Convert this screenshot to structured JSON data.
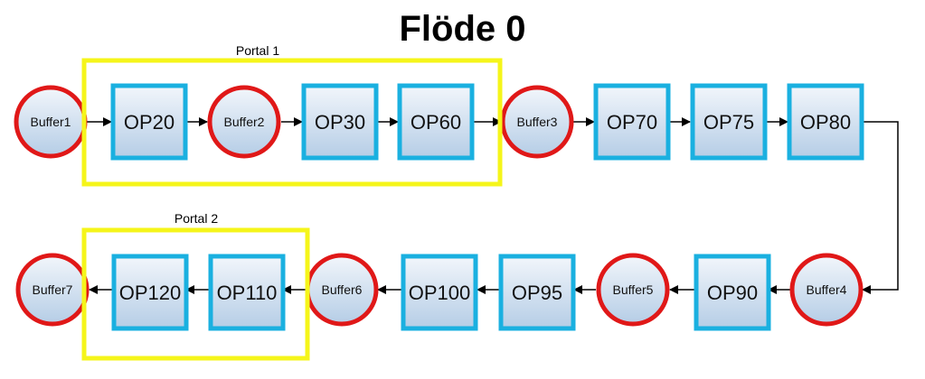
{
  "title": "Flöde 0",
  "portals": [
    {
      "label": "Portal 1"
    },
    {
      "label": "Portal 2"
    }
  ],
  "nodes": {
    "buffer1": {
      "label": "Buffer1",
      "kind": "buffer"
    },
    "op20": {
      "label": "OP20",
      "kind": "operation"
    },
    "buffer2": {
      "label": "Buffer2",
      "kind": "buffer"
    },
    "op30": {
      "label": "OP30",
      "kind": "operation"
    },
    "op60": {
      "label": "OP60",
      "kind": "operation"
    },
    "buffer3": {
      "label": "Buffer3",
      "kind": "buffer"
    },
    "op70": {
      "label": "OP70",
      "kind": "operation"
    },
    "op75": {
      "label": "OP75",
      "kind": "operation"
    },
    "op80": {
      "label": "OP80",
      "kind": "operation"
    },
    "buffer4": {
      "label": "Buffer4",
      "kind": "buffer"
    },
    "op90": {
      "label": "OP90",
      "kind": "operation"
    },
    "buffer5": {
      "label": "Buffer5",
      "kind": "buffer"
    },
    "op95": {
      "label": "OP95",
      "kind": "operation"
    },
    "op100": {
      "label": "OP100",
      "kind": "operation"
    },
    "buffer6": {
      "label": "Buffer6",
      "kind": "buffer"
    },
    "op110": {
      "label": "OP110",
      "kind": "operation"
    },
    "op120": {
      "label": "OP120",
      "kind": "operation"
    },
    "buffer7": {
      "label": "Buffer7",
      "kind": "buffer"
    }
  },
  "flow": [
    "buffer1",
    "op20",
    "buffer2",
    "op30",
    "op60",
    "buffer3",
    "op70",
    "op75",
    "op80",
    "buffer4",
    "op90",
    "buffer5",
    "op95",
    "op100",
    "buffer6",
    "op110",
    "op120",
    "buffer7"
  ],
  "colors": {
    "buffer_stroke": "#e01818",
    "operation_stroke": "#1ab0e0",
    "node_fill_top": "#f2f6fb",
    "node_fill_bottom": "#b5cde6",
    "portal_stroke": "#f5f51a",
    "arrow": "#000000"
  }
}
